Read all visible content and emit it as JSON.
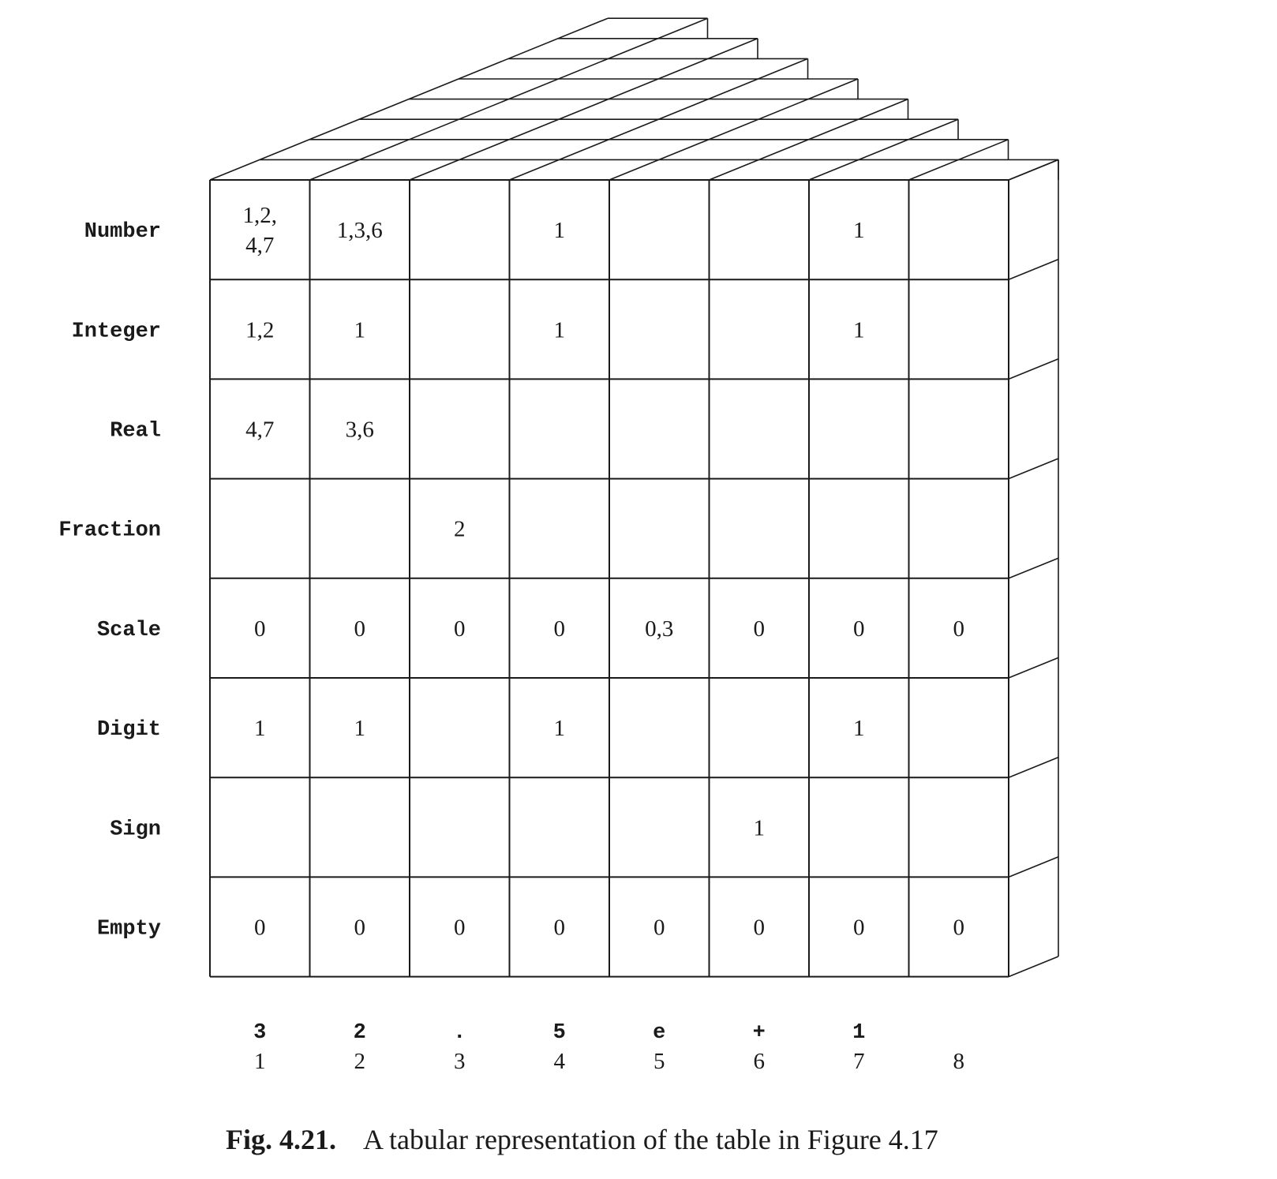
{
  "rows": [
    "Number",
    "Integer",
    "Real",
    "Fraction",
    "Scale",
    "Digit",
    "Sign",
    "Empty"
  ],
  "tokens": [
    "3",
    "2",
    ".",
    "5",
    "e",
    "+",
    "1",
    ""
  ],
  "positions": [
    "1",
    "2",
    "3",
    "4",
    "5",
    "6",
    "7",
    "8"
  ],
  "cells": [
    [
      "1,2,\n4,7",
      "1,3,6",
      "",
      "1",
      "",
      "",
      "1",
      ""
    ],
    [
      "1,2",
      "1",
      "",
      "1",
      "",
      "",
      "1",
      ""
    ],
    [
      "4,7",
      "3,6",
      "",
      "",
      "",
      "",
      "",
      ""
    ],
    [
      "",
      "",
      "2",
      "",
      "",
      "",
      "",
      ""
    ],
    [
      "0",
      "0",
      "0",
      "0",
      "0,3",
      "0",
      "0",
      "0"
    ],
    [
      "1",
      "1",
      "",
      "1",
      "",
      "",
      "1",
      ""
    ],
    [
      "",
      "",
      "",
      "",
      "",
      "1",
      "",
      ""
    ],
    [
      "0",
      "0",
      "0",
      "0",
      "0",
      "0",
      "0",
      "0"
    ]
  ],
  "caption": {
    "label": "Fig. 4.21.",
    "text": "A tabular representation of the table in Figure 4.17"
  }
}
